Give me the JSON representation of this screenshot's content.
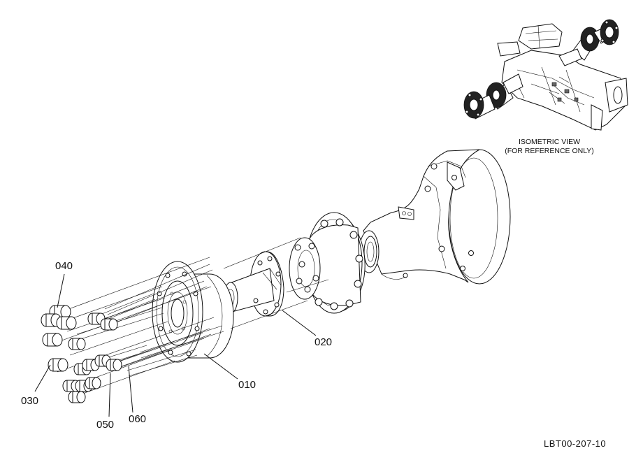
{
  "reference_view": {
    "caption_line1": "ISOMETRIC VIEW",
    "caption_line2": "(FOR REFERENCE ONLY)"
  },
  "callouts": [
    {
      "id": "010",
      "label": "010"
    },
    {
      "id": "020",
      "label": "020"
    },
    {
      "id": "030",
      "label": "030"
    },
    {
      "id": "040",
      "label": "040"
    },
    {
      "id": "050",
      "label": "050"
    },
    {
      "id": "060",
      "label": "060"
    }
  ],
  "drawing_number": "LBT00-207-10"
}
